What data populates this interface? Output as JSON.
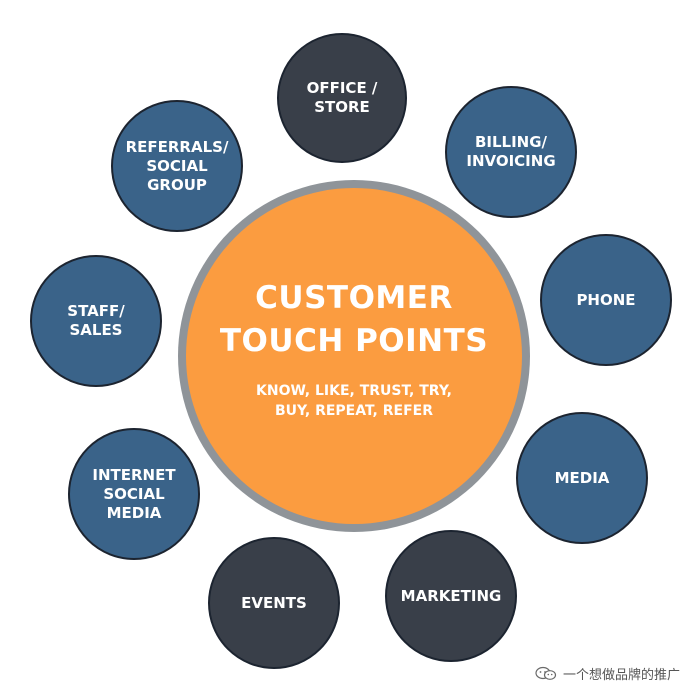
{
  "diagram": {
    "center": {
      "title": "CUSTOMER\nTOUCH POINTS",
      "subtitle": "KNOW, LIKE, TRUST, TRY,\nBUY, REPEAT, REFER"
    },
    "colors": {
      "center": "#fb9c40",
      "ring": "#8f9499",
      "blue_node": "#3a6389",
      "dark_node": "#393f49"
    },
    "nodes": [
      {
        "label": "OFFICE /\nSTORE",
        "color": "dark"
      },
      {
        "label": "BILLING/\nINVOICING",
        "color": "blue"
      },
      {
        "label": "PHONE",
        "color": "blue"
      },
      {
        "label": "MEDIA",
        "color": "blue"
      },
      {
        "label": "MARKETING",
        "color": "dark"
      },
      {
        "label": "EVENTS",
        "color": "dark"
      },
      {
        "label": "INTERNET\nSOCIAL\nMEDIA",
        "color": "blue"
      },
      {
        "label": "STAFF/\nSALES",
        "color": "blue"
      },
      {
        "label": "REFERRALS/\nSOCIAL\nGROUP",
        "color": "blue"
      }
    ]
  },
  "watermark": {
    "text": "一个想做品牌的推广",
    "icon": "wechat-icon"
  }
}
